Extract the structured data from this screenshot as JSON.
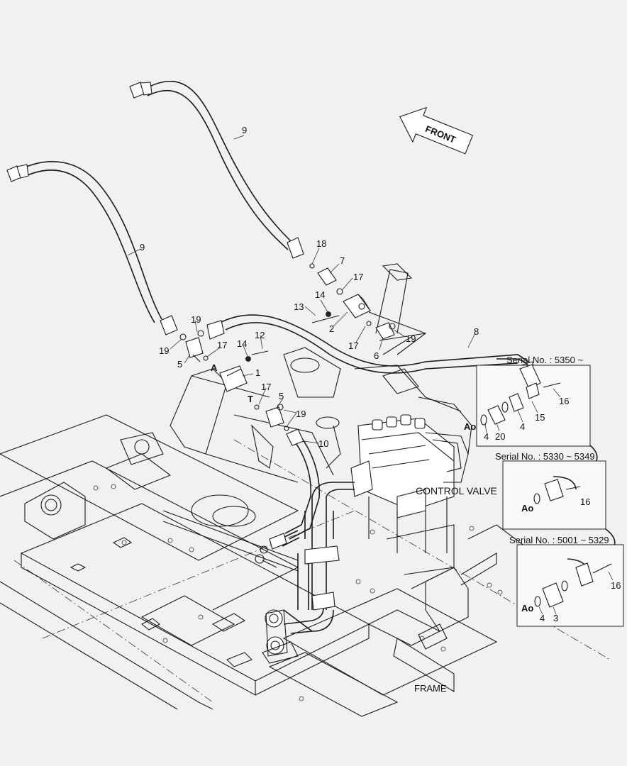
{
  "front_label": "FRONT",
  "callouts": {
    "c9a": "9",
    "c9b": "9",
    "c18": "18",
    "c7": "7",
    "c17a": "17",
    "c14a": "14",
    "c13": "13",
    "c2": "2",
    "c17b": "17",
    "c6": "6",
    "c19a": "19",
    "c8": "8",
    "c19b": "19",
    "c19c": "19",
    "c5a": "5",
    "c17c": "17",
    "c14b": "14",
    "c12": "12",
    "c1": "1",
    "cA": "A",
    "cT": "T",
    "c17d": "17",
    "c5b": "5",
    "c19d": "19",
    "c10": "10"
  },
  "control_valve_label": "CONTROL VALVE",
  "frame_label": "FRAME",
  "inset_top": {
    "serial": "Serial No. : 5350 ~",
    "port": "Ao",
    "n16": "16",
    "n4a": "4",
    "n20": "20",
    "n4b": "4",
    "n15": "15"
  },
  "inset_mid": {
    "serial": "Serial No. : 5330 ~ 5349",
    "port": "Ao",
    "n16": "16"
  },
  "inset_bottom": {
    "serial": "Serial No. : 5001 ~ 5329",
    "port": "Ao",
    "n16": "16",
    "n4": "4",
    "n3": "3"
  }
}
